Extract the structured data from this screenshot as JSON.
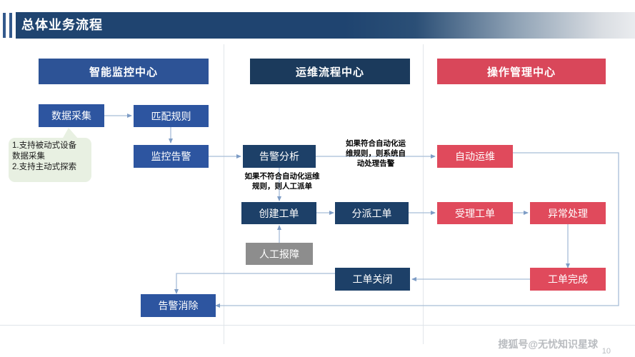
{
  "slide": {
    "title": "总体业务流程",
    "page_number": "10",
    "watermark": "搜狐号@无忧知识星球"
  },
  "colors": {
    "header_blue": "#2d5396",
    "header_navy": "#1b3a5c",
    "header_red": "#d9475a",
    "node_blue": "#2d55a0",
    "node_navy": "#1d4068",
    "node_red": "#e04a5c",
    "node_gray": "#8d8d8d",
    "connector": "#a8bdd8",
    "callout_bg": "#e8f0e2"
  },
  "headers": [
    {
      "label": "智能监控中心",
      "style": "blue"
    },
    {
      "label": "运维流程中心",
      "style": "navy"
    },
    {
      "label": "操作管理中心",
      "style": "red"
    }
  ],
  "nodes": {
    "data_collect": "数据采集",
    "match_rule": "匹配规则",
    "monitor_alarm": "监控告警",
    "alarm_analysis": "告警分析",
    "create_ticket": "创建工单",
    "assign_ticket": "分派工单",
    "manual_report": "人工报障",
    "auto_ops": "自动运维",
    "accept_ticket": "受理工单",
    "exception_handle": "异常处理",
    "ticket_complete": "工单完成",
    "ticket_close": "工单关闭",
    "alarm_clear": "告警消除"
  },
  "callout": {
    "line1": "1.支持被动式设备",
    "line2": "数据采集",
    "line3": "2.支持主动式探索"
  },
  "edge_labels": {
    "auto_rule": "如果符合自动化运\n维规则，则系统自\n动处理告警",
    "manual_rule": "如果不符合自动化运维\n规则，则人工派单"
  }
}
